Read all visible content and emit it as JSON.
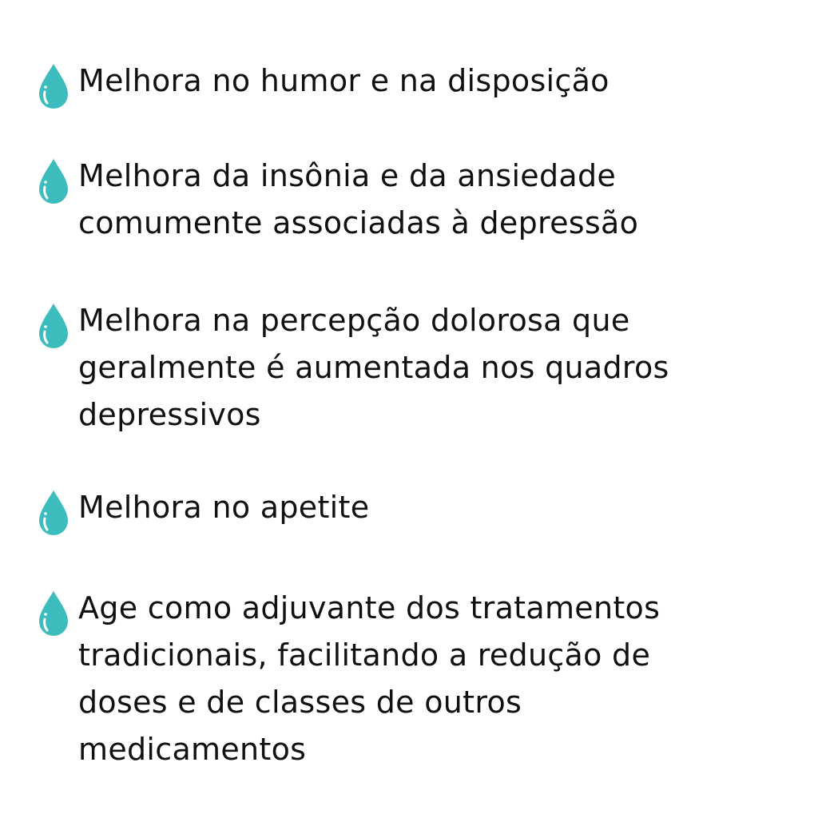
{
  "accent_color": "#3dbcbd",
  "benefits": [
    {
      "icon": "water-drop-icon",
      "lines": [
        "Melhora no humor e na disposição"
      ]
    },
    {
      "icon": "water-drop-icon",
      "lines": [
        "Melhora da insônia e da ansiedade",
        "comumente associadas à depressão"
      ]
    },
    {
      "icon": "water-drop-icon",
      "lines": [
        "Melhora na percepção dolorosa que",
        "geralmente é aumentada nos quadros",
        "depressivos"
      ]
    },
    {
      "icon": "water-drop-icon",
      "lines": [
        "Melhora no apetite"
      ]
    },
    {
      "icon": "water-drop-icon",
      "lines": [
        "Age como adjuvante dos tratamentos",
        "tradicionais, facilitando a redução de",
        "doses e de classes de outros",
        "medicamentos"
      ]
    }
  ]
}
